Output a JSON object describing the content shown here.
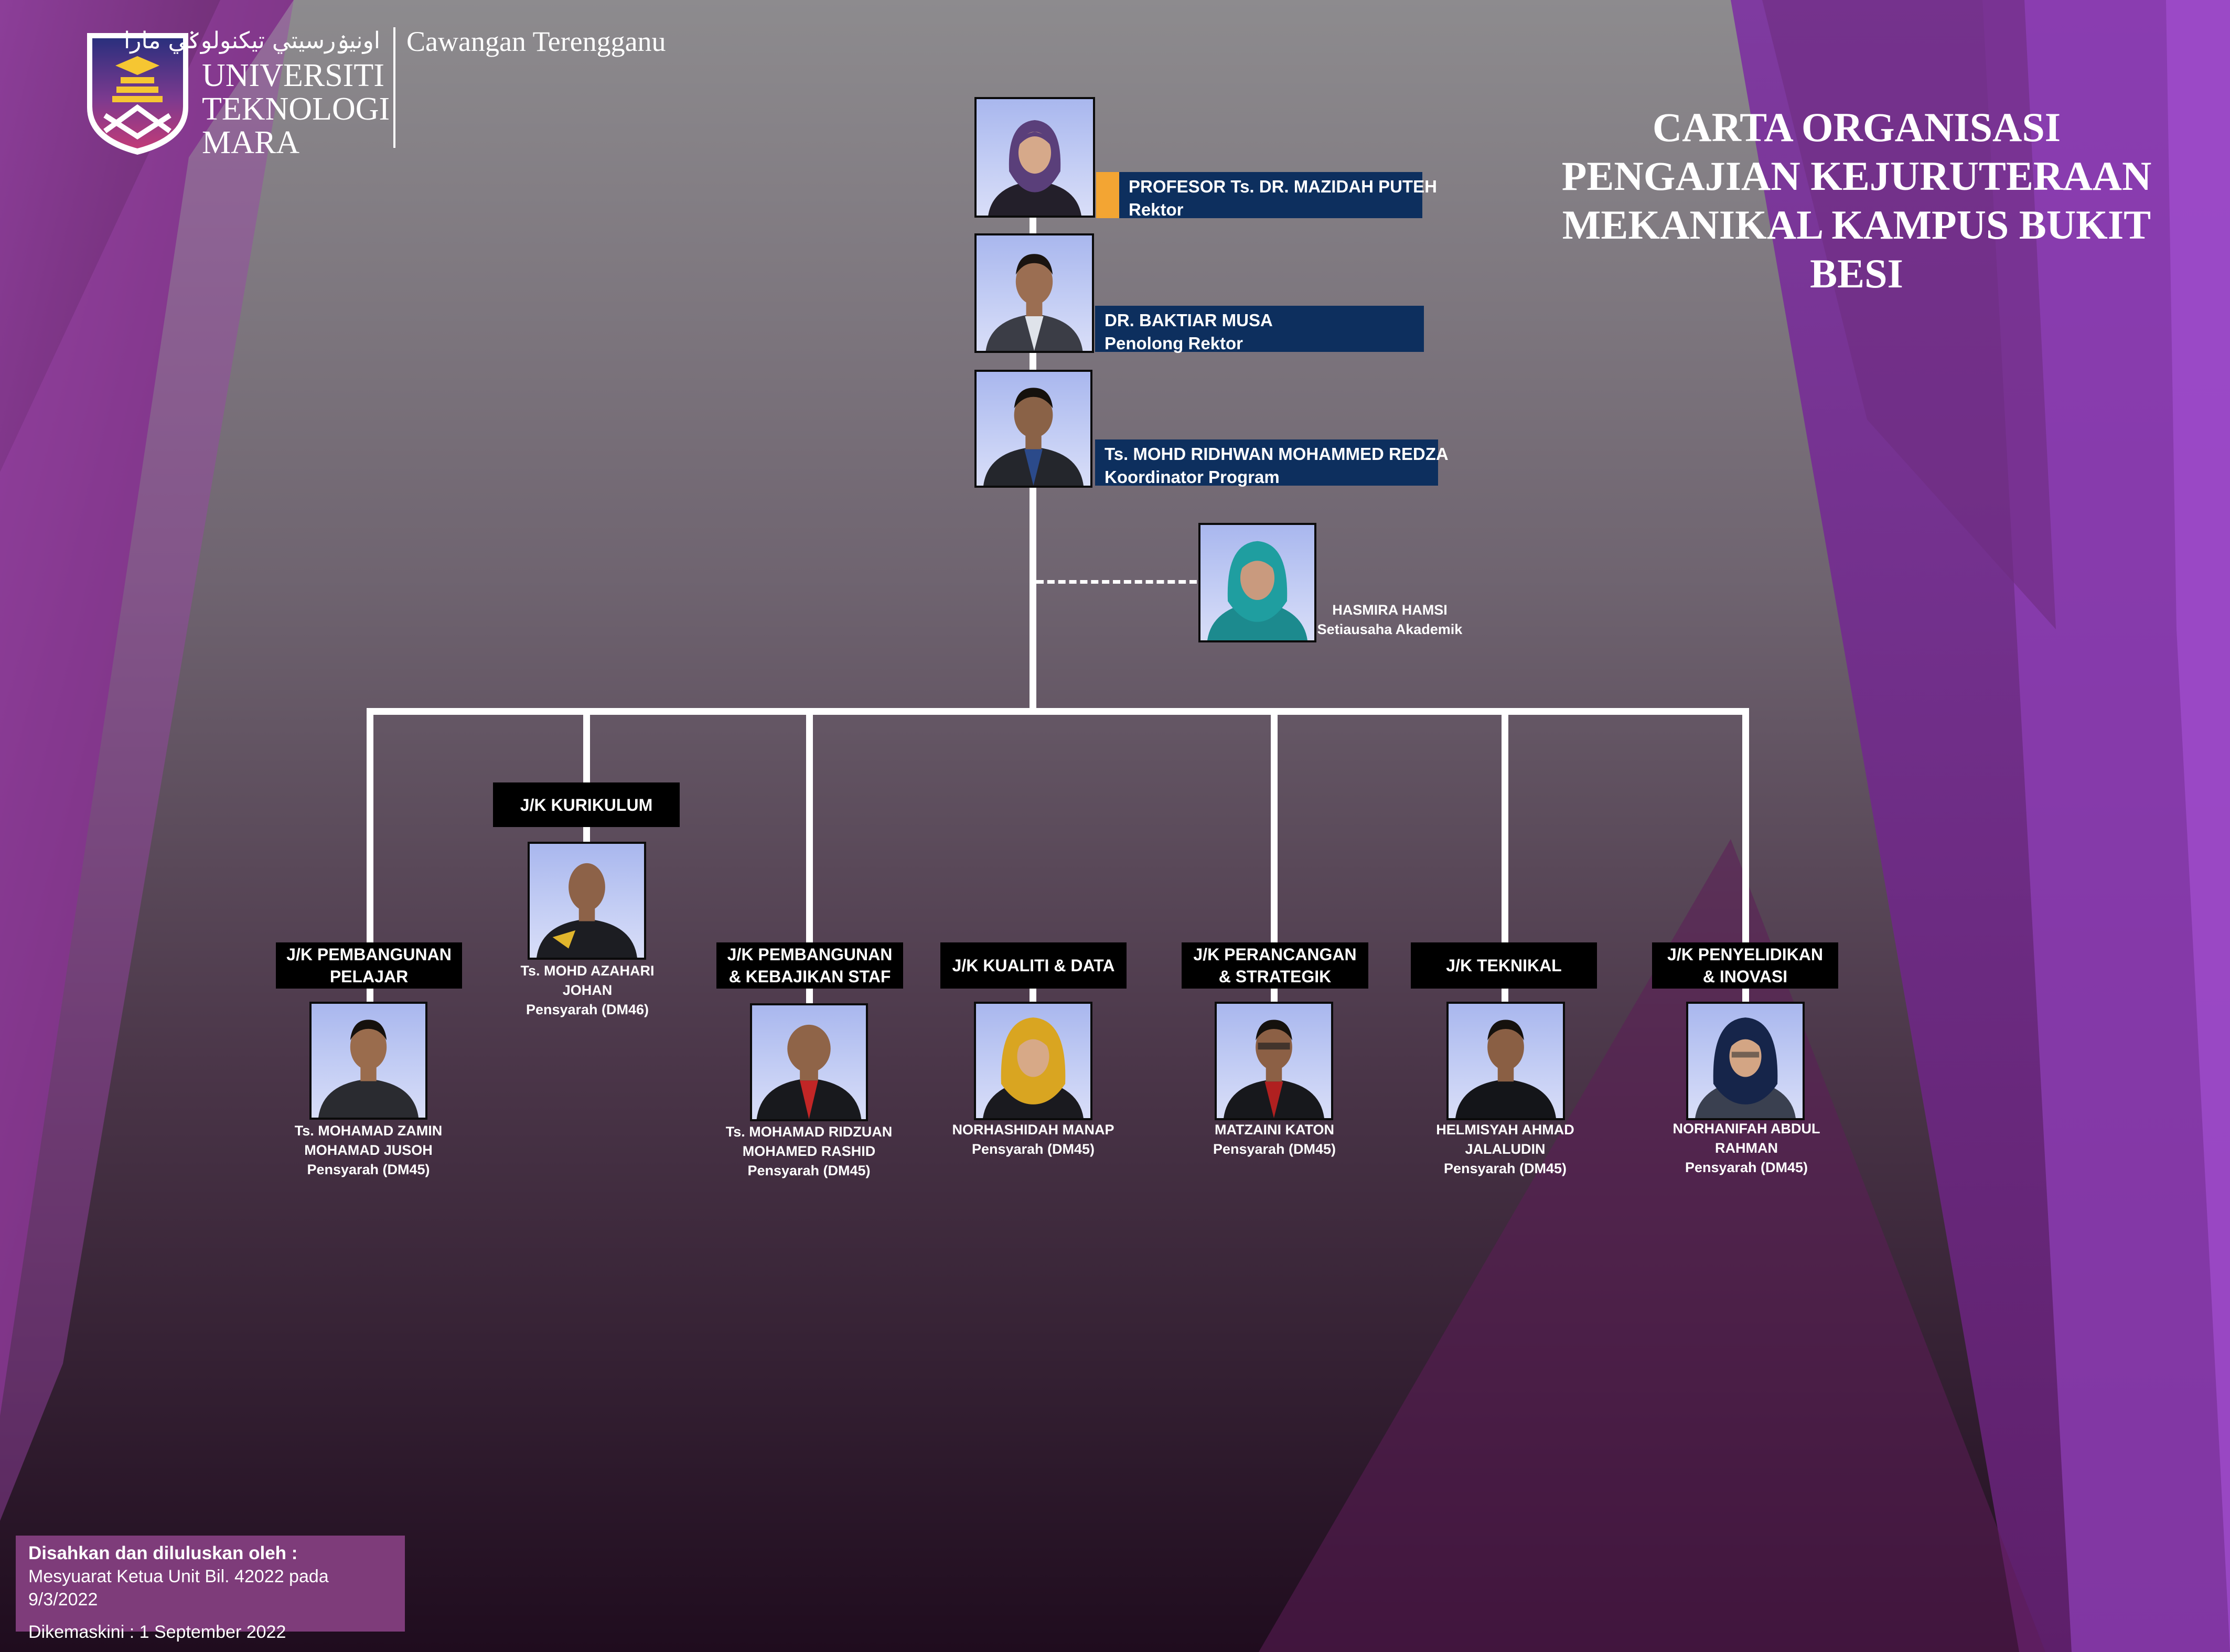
{
  "header": {
    "arabic_text": "اونيۏرسيتي تيكنولوݢي مارا",
    "university_lines": [
      "UNIVERSITI",
      "TEKNOLOGI",
      "MARA"
    ],
    "campus": "Cawangan Terengganu"
  },
  "title": [
    "CARTA ORGANISASI",
    "PENGAJIAN KEJURUTERAAN",
    "MEKANIKAL KAMPUS BUKIT",
    "BESI"
  ],
  "leaders": [
    {
      "name": "PROFESOR Ts. DR. MAZIDAH PUTEH",
      "role": "Rektor"
    },
    {
      "name": "DR. BAKTIAR MUSA",
      "role": "Penolong Rektor"
    },
    {
      "name": "Ts. MOHD RIDHWAN MOHAMMED REDZA",
      "role": "Koordinator Program"
    }
  ],
  "secretary": {
    "name": "HASMIRA HAMSI",
    "role": "Setiausaha Akademik"
  },
  "committees": [
    {
      "title": [
        "J/K PEMBANGUNAN",
        "PELAJAR"
      ],
      "name_lines": [
        "Ts. MOHAMAD ZAMIN",
        "MOHAMAD JUSOH"
      ],
      "role": "Pensyarah (DM45)"
    },
    {
      "title": [
        "J/K KURIKULUM"
      ],
      "name_lines": [
        "Ts. MOHD AZAHARI",
        "JOHAN"
      ],
      "role": "Pensyarah (DM46)"
    },
    {
      "title": [
        "J/K PEMBANGUNAN",
        "& KEBAJIKAN STAF"
      ],
      "name_lines": [
        "Ts. MOHAMAD RIDZUAN",
        "MOHAMED RASHID"
      ],
      "role": "Pensyarah (DM45)"
    },
    {
      "title": [
        "J/K KUALITI & DATA"
      ],
      "name_lines": [
        "NORHASHIDAH MANAP"
      ],
      "role": "Pensyarah (DM45)"
    },
    {
      "title": [
        "J/K PERANCANGAN",
        "& STRATEGIK"
      ],
      "name_lines": [
        "MATZAINI KATON"
      ],
      "role": "Pensyarah (DM45)"
    },
    {
      "title": [
        "J/K TEKNIKAL"
      ],
      "name_lines": [
        "HELMISYAH AHMAD",
        "JALALUDIN"
      ],
      "role": "Pensyarah (DM45)"
    },
    {
      "title": [
        "J/K PENYELIDIKAN",
        "& INOVASI"
      ],
      "name_lines": [
        "NORHANIFAH ABDUL",
        "RAHMAN"
      ],
      "role": "Pensyarah (DM45)"
    }
  ],
  "footer": {
    "heading": "Disahkan dan diluluskan oleh :",
    "meeting": "Mesyuarat Ketua Unit Bil. 42022 pada 9/3/2022",
    "updated": "Dikemaskini : 1 September 2022"
  },
  "colors": {
    "navy_label": "#0d2f5e",
    "accent_orange": "#f3a533",
    "connector": "#ffffff",
    "footer_box": "#7e3c7a",
    "background_top": "#8c8c8c",
    "background_bottom": "#2a1028",
    "side_purple": "#7a2e8e"
  }
}
